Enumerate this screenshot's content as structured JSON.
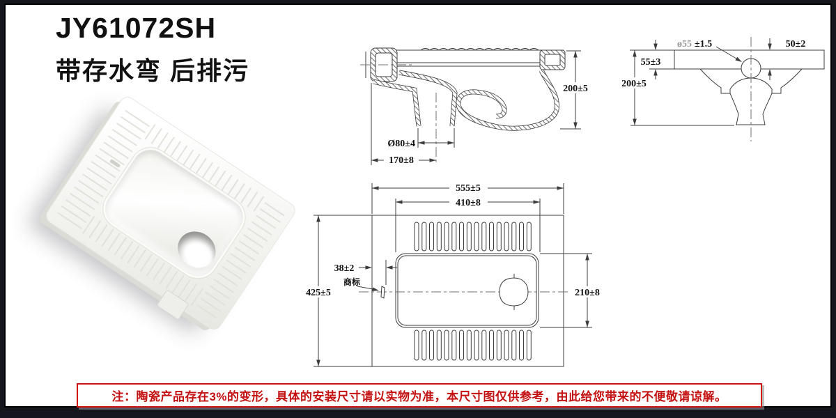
{
  "header": {
    "model": "JY61072SH",
    "subtitle": "带存水弯 后排污"
  },
  "dims": {
    "side": {
      "height": "200±5",
      "drain_diameter": "Ø80±4",
      "drain_offset": "170±8"
    },
    "front": {
      "hole_diameter": "ø55",
      "hole_tolerance": "±1.5",
      "top_offset": "50±2",
      "rim_thickness": "55±3",
      "height": "200±5"
    },
    "plan": {
      "overall_width": "555±5",
      "basin_width": "410±8",
      "mark_offset": "38±2",
      "overall_depth": "425±5",
      "basin_depth": "210±8",
      "trademark_label": "商标"
    }
  },
  "note": {
    "text": "注：陶瓷产品存在3%的变形，具体的安装尺寸请以实物为准，本尺寸图仅供参考，由此给您带来的不便敬请谅解。"
  },
  "colors": {
    "frame": "#16161e",
    "note_red": "#c41111",
    "line": "#3c3c3c"
  }
}
